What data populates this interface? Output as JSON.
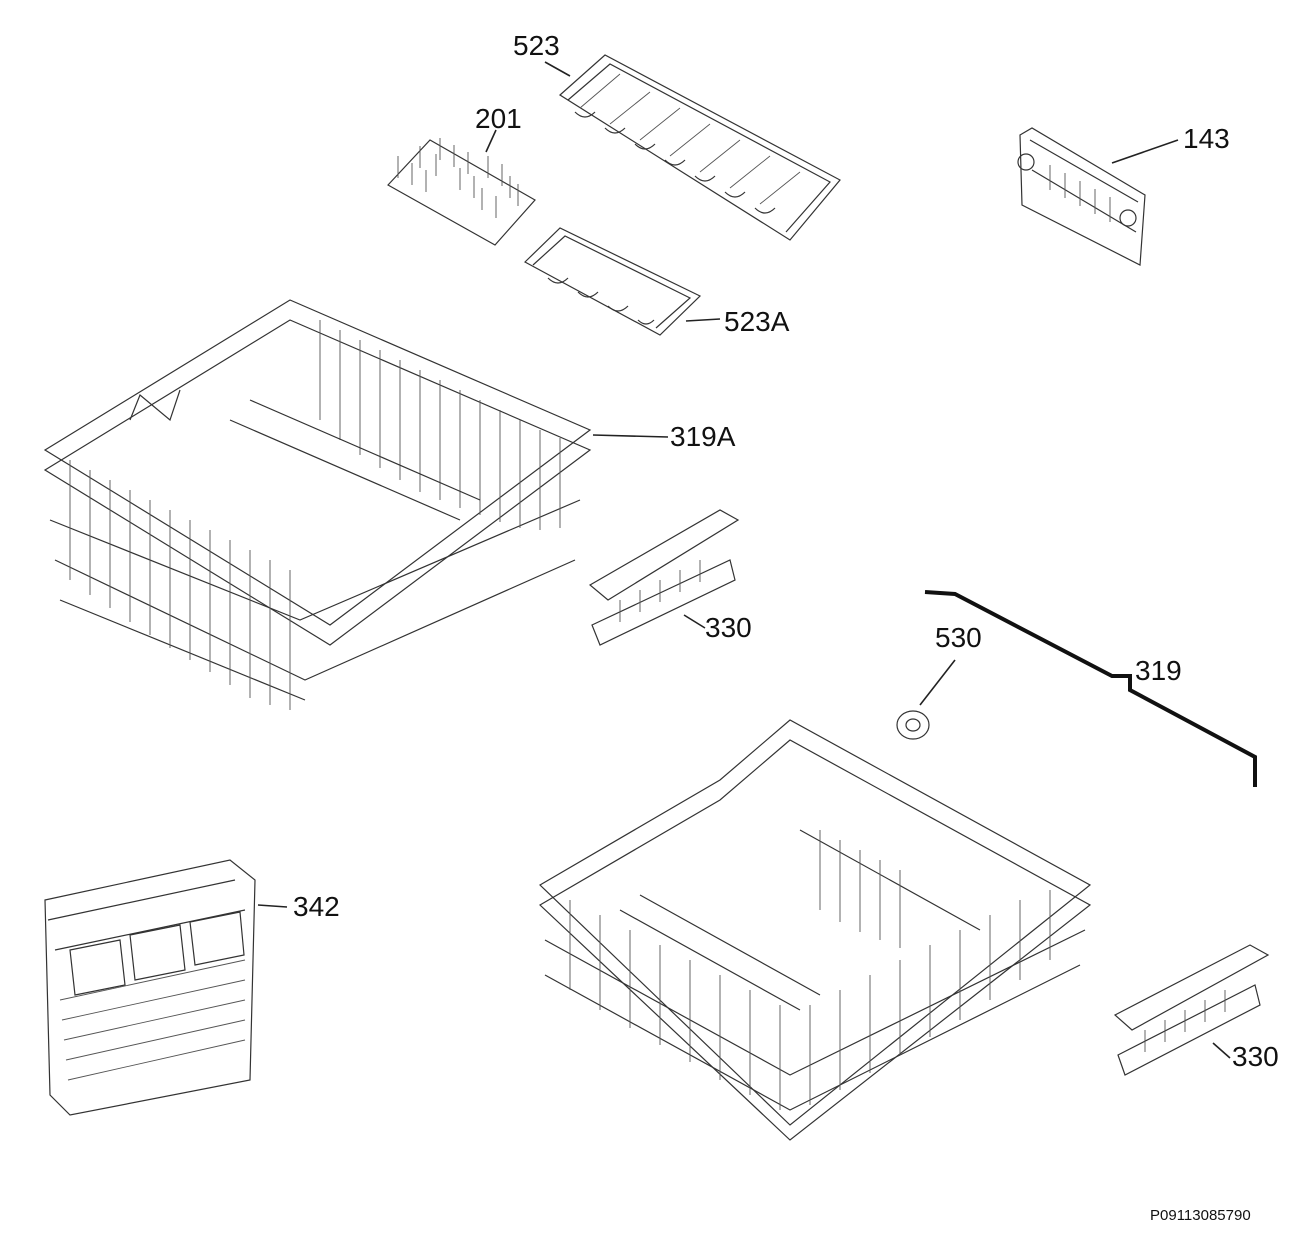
{
  "labels": {
    "p523": "523",
    "p201": "201",
    "p143": "143",
    "p523a": "523A",
    "p319a": "319A",
    "p330_top": "330",
    "p530": "530",
    "p319": "319",
    "p342": "342",
    "p330_bottom": "330"
  },
  "document_number": "P09113085790"
}
